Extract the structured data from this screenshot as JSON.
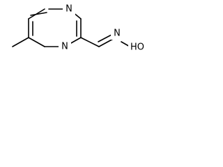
{
  "molecule": {
    "atom_labels": {
      "n_ring_top": "N",
      "n_ring_bottom": "N",
      "n_oxime": "N",
      "oh_oxime": "HO"
    }
  },
  "colors": {
    "background": "#ffffff",
    "ink": "#000000"
  }
}
